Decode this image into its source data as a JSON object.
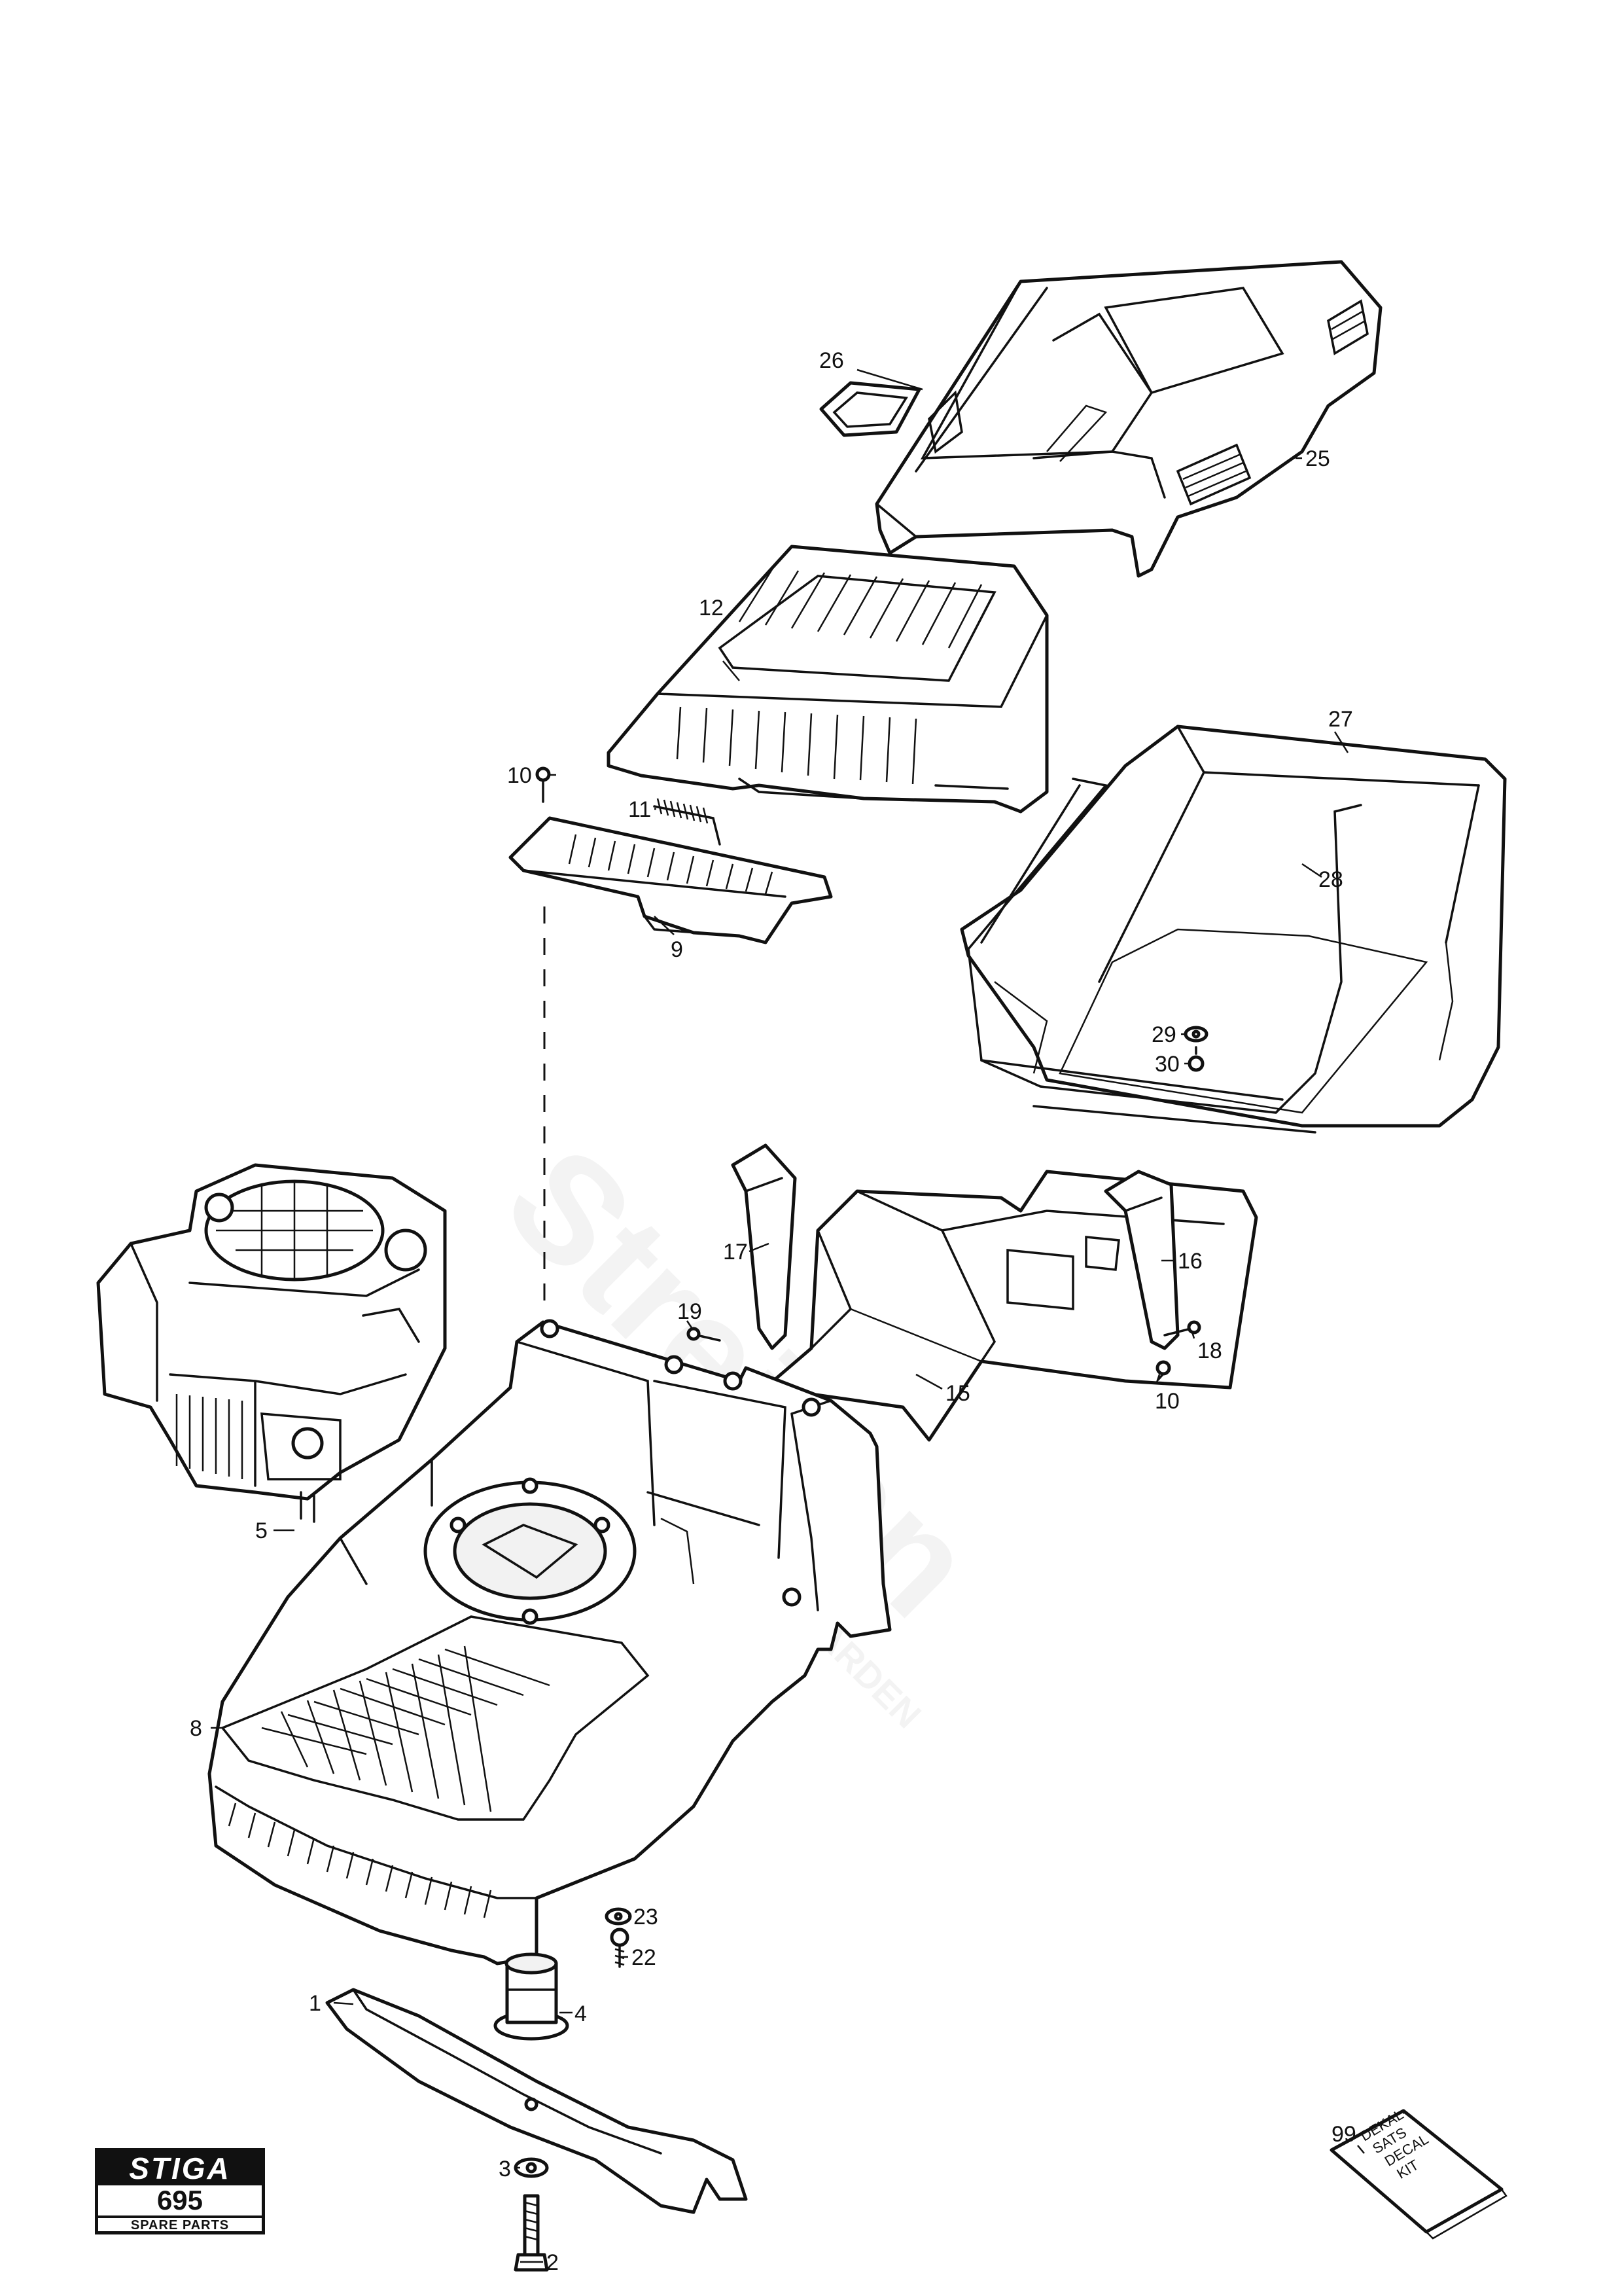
{
  "brand": {
    "logo": "STIGA",
    "model": "695",
    "subtitle": "SPARE PARTS"
  },
  "watermark": {
    "text": "Streizen",
    "sub": "GARDEN"
  },
  "decal_kit": {
    "lines": [
      "DEKAL-",
      "SATS",
      "DECAL",
      "KIT"
    ]
  },
  "callouts": [
    "1",
    "2",
    "3",
    "4",
    "5",
    "8",
    "9",
    "10",
    "10",
    "11",
    "12",
    "15",
    "16",
    "17",
    "18",
    "19",
    "22",
    "23",
    "25",
    "26",
    "27",
    "28",
    "29",
    "30",
    "99"
  ]
}
